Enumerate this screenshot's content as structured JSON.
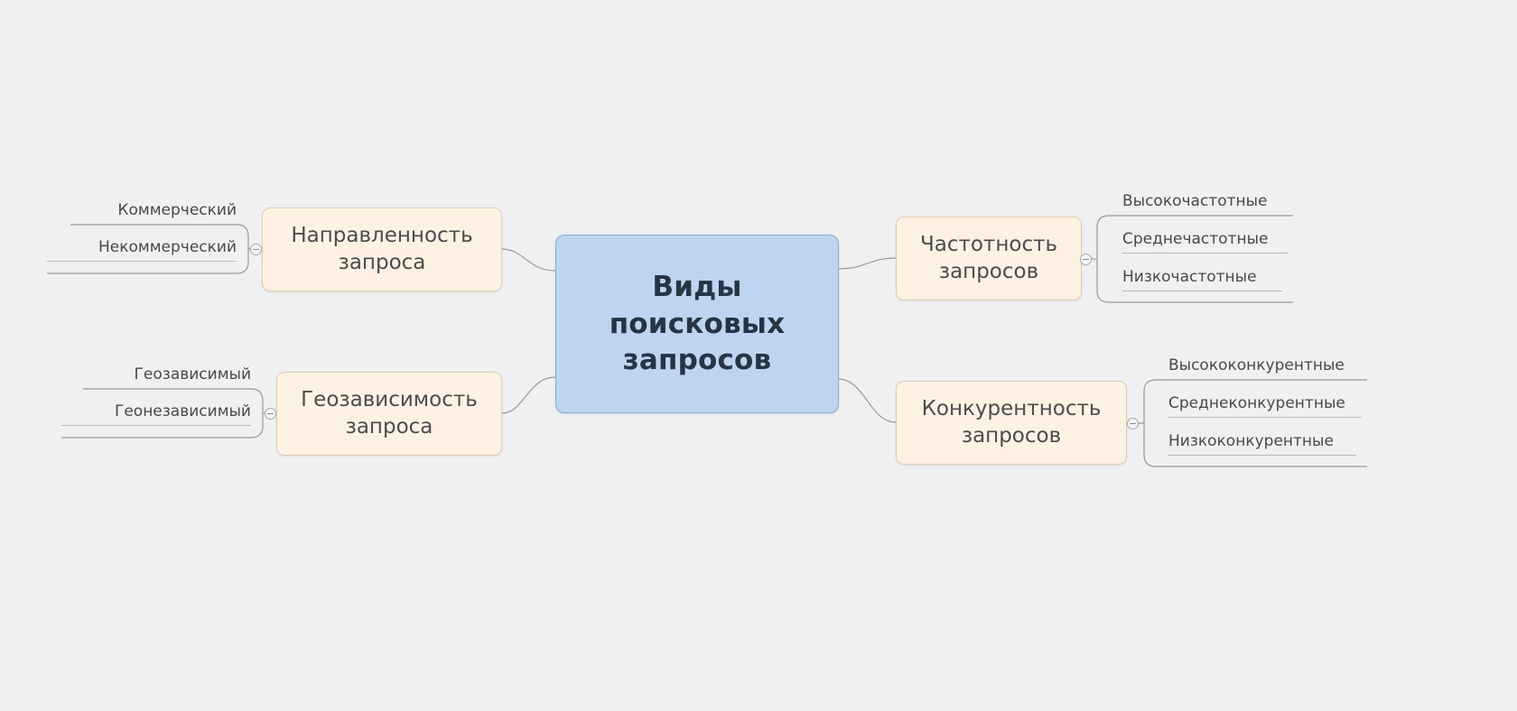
{
  "diagram": {
    "type": "mind-map",
    "background_color": "#eef0f2",
    "central_node": {
      "text": "Виды поисковых запросов",
      "fill_color": "#bed4f0",
      "border_color": "#8fa9c8"
    },
    "topic_fill_color": "#fdf1e4",
    "topic_border_color": "#e3cbb0",
    "connector_color": "#9a9a9a",
    "branches": [
      {
        "id": "napravlennost",
        "side": "left",
        "topic": "Направленность запроса",
        "leaves": [
          "Коммерческий",
          "Некоммерческий"
        ]
      },
      {
        "id": "geozavisimost",
        "side": "left",
        "topic": "Геозависимость запроса",
        "leaves": [
          "Геозависимый",
          "Геонезависимый"
        ]
      },
      {
        "id": "chastotnost",
        "side": "right",
        "topic": "Частотность запросов",
        "leaves": [
          "Высокочастотные",
          "Среднечастотные",
          "Низкочастотные"
        ]
      },
      {
        "id": "konkurentnost",
        "side": "right",
        "topic": "Конкурентность запросов",
        "leaves": [
          "Высококонкурентные",
          "Среднеконкурентные",
          "Низкоконкурентные"
        ]
      }
    ]
  }
}
